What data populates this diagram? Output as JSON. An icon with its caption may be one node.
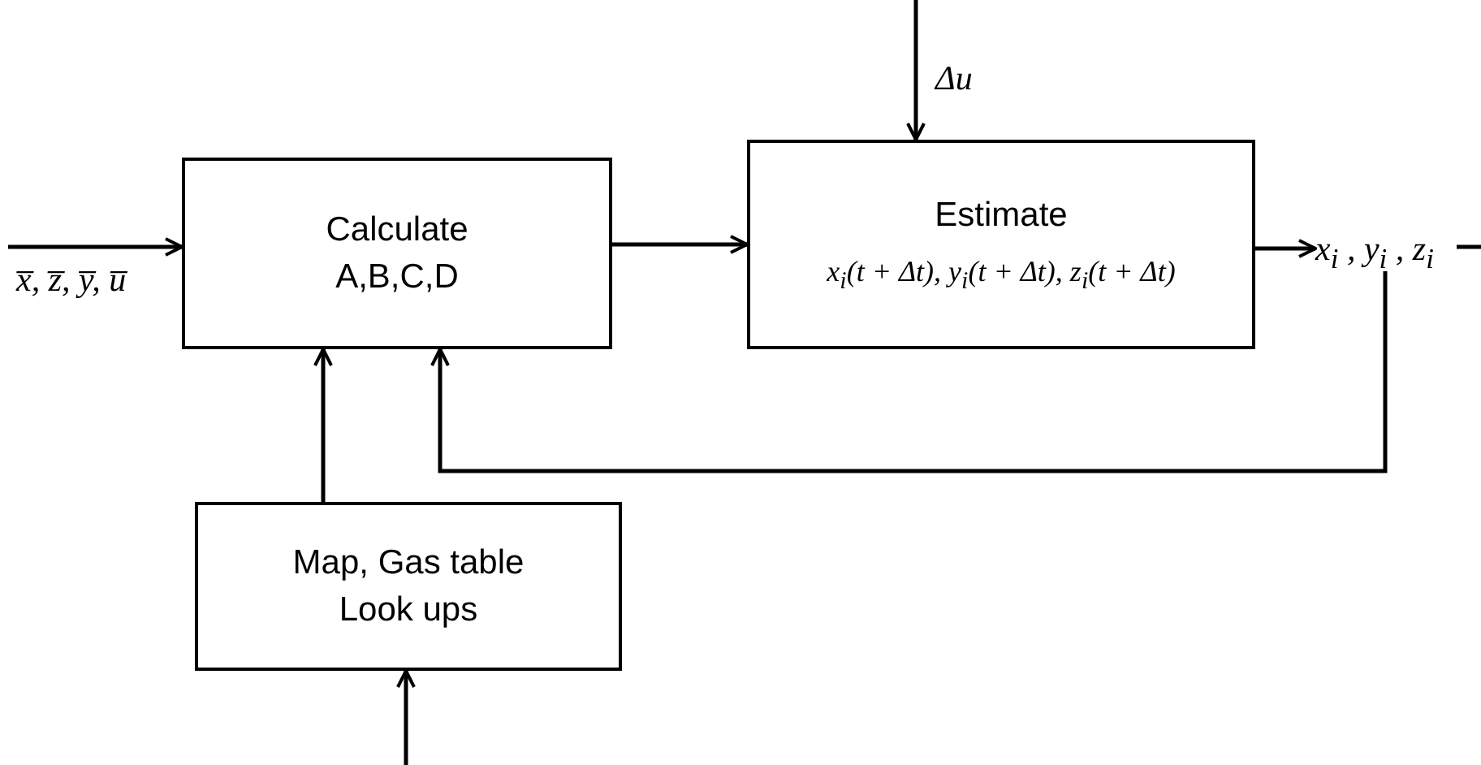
{
  "diagram": {
    "nodes": [
      {
        "text": [
          "Calculate A,B,C,D"
        ]
      },
      {
        "text": [
          "Estimate",
          "x$_{i}$(t + Δt), y$_{i}$(t + Δt), z$_{i}$(t + Δt)"
        ]
      },
      {
        "text": [
          "Map, Gas table Look ups"
        ]
      },
      {
        "text": [
          "x$_{i}$ , y$_{i}$ , z$_{i}$"
        ]
      }
    ],
    "edges": [
      {
        "from": null,
        "to": 0,
        "arrow": "to",
        "label": "x̅, z̅, y̅, u̅"
      },
      {
        "from": 0,
        "to": 1,
        "arrow": "to"
      },
      {
        "from": null,
        "to": 1,
        "arrow": "to",
        "label": "Δu"
      },
      {
        "from": 1,
        "to": 3,
        "arrow": "to"
      },
      {
        "from": 3,
        "to": 0,
        "arrow": "to"
      },
      {
        "from": 2,
        "to": 0,
        "arrow": "to"
      },
      {
        "from": null,
        "to": 2,
        "arrow": "to"
      }
    ]
  }
}
